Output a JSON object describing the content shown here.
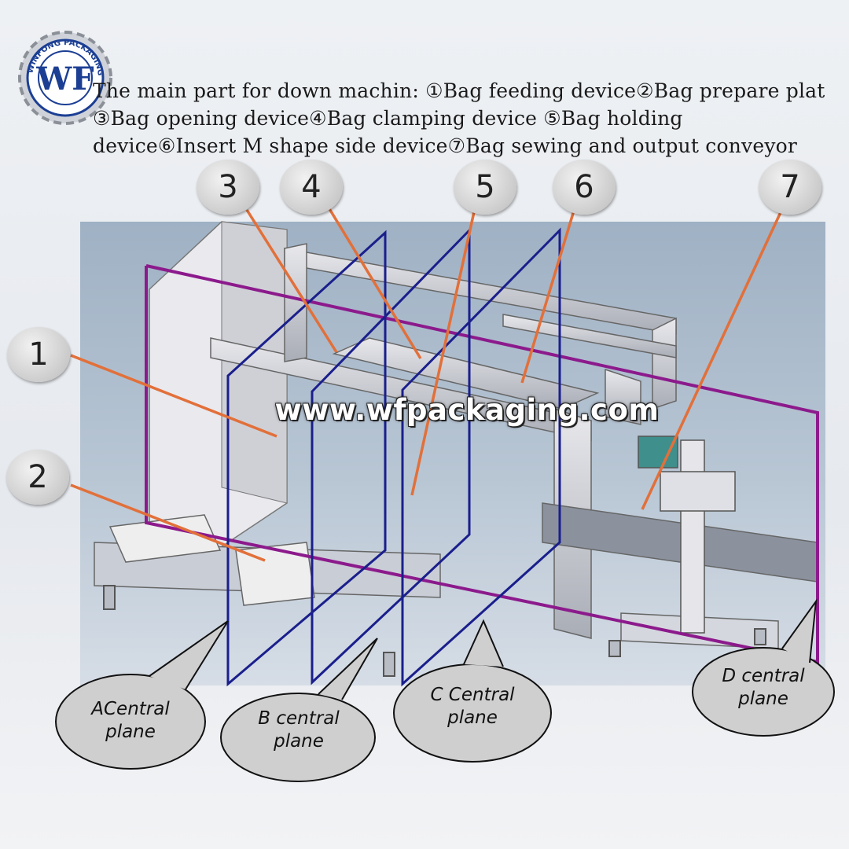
{
  "logo": {
    "ring_text": "WINFONG PACKAGING",
    "letters": "WF"
  },
  "caption": {
    "lines": [
      "The main part for down machin: ①Bag feeding device②Bag prepare plat",
      "③Bag opening device④Bag clamping device ⑤Bag holding",
      "device⑥Insert M shape side device⑦Bag sewing and output conveyor"
    ]
  },
  "watermark": "www.wfpackaging.com",
  "callouts": [
    "1",
    "2",
    "3",
    "4",
    "5",
    "6",
    "7"
  ],
  "planes": {
    "a": "ACentral plane",
    "b": "B central plane",
    "c": "C Central plane",
    "d": "D central plane"
  },
  "colors": {
    "frame_purple": "#8c1a8c",
    "plane_blue": "#1a1f8c",
    "leader_orange": "#e2703a",
    "logo_blue": "#1c3f94",
    "machine_bg": "#8fa3b8"
  },
  "icons": {
    "logo": "gear-logo-icon"
  }
}
